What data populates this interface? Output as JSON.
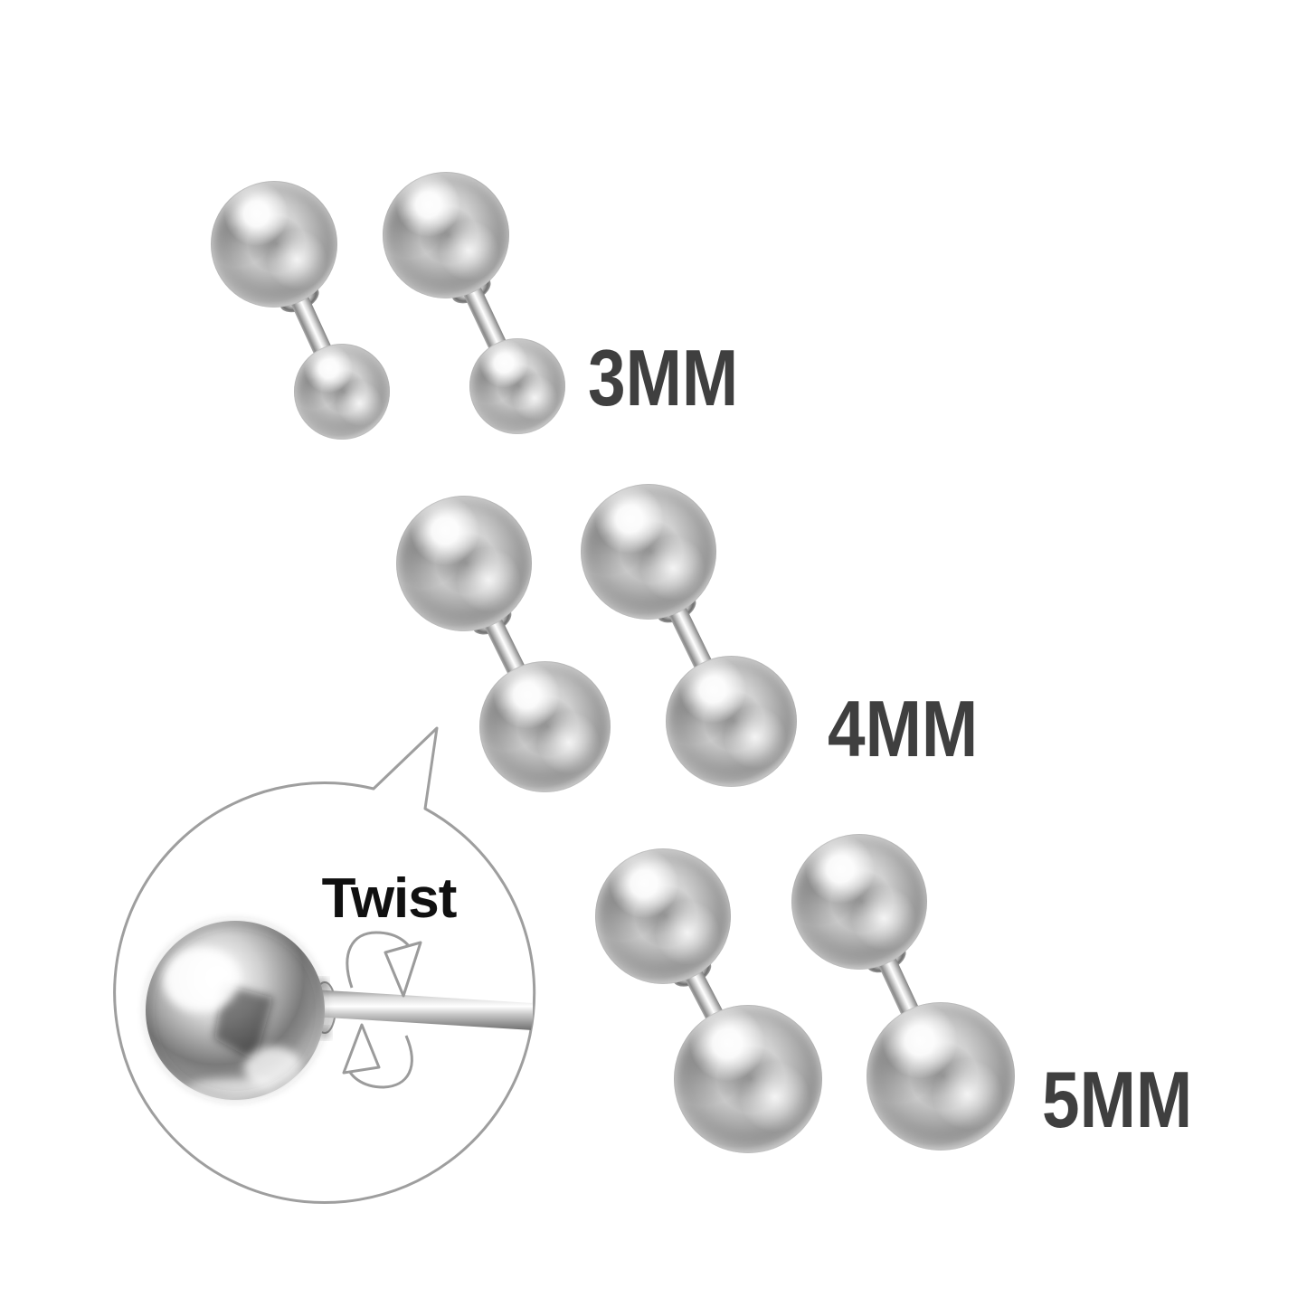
{
  "product_image": {
    "background": "#ffffff",
    "description_visible": "barbell ball stud earrings shown in three sizes, two studs per size, with magnified twist-mechanism callout",
    "sizes": [
      {
        "label": "3MM",
        "mm": 3,
        "count_shown": 2
      },
      {
        "label": "4MM",
        "mm": 4,
        "count_shown": 2
      },
      {
        "label": "5MM",
        "mm": 5,
        "count_shown": 2
      }
    ],
    "inset": {
      "label": "Twist",
      "shape": "speech-bubble circle with tail pointing to earrings",
      "icons": [
        "rotation-arrow-top-icon",
        "rotation-arrow-bottom-icon"
      ]
    },
    "colors": {
      "background": "#ffffff",
      "size_label_text": "#3f3f3f",
      "twist_label_text": "#101010",
      "callout_outline": "#9e9e9e",
      "metal_highlight": "#ffffff",
      "metal_mid": "#a9a9a9",
      "metal_shadow": "#5f5f5f"
    }
  }
}
